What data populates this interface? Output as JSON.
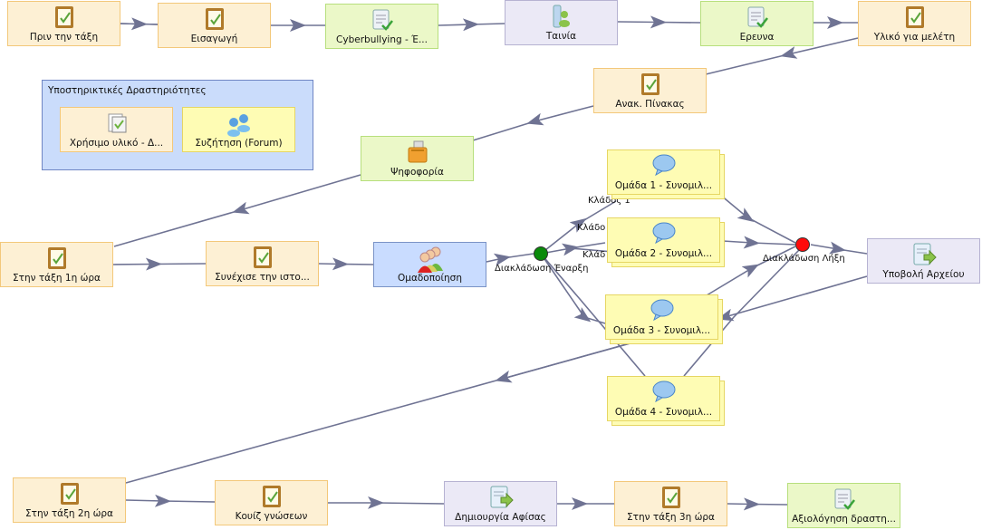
{
  "nodes": {
    "before_class": "Πριν την τάξη",
    "intro": "Εισαγωγή",
    "cyberbullying": "Cyberbullying - Έ...",
    "movie": "Ταινία",
    "research": "Ερευνα",
    "study_material": "Υλικό για μελέτη",
    "board": "Ανακ. Πίνακας",
    "vote": "Ψηφοφορία",
    "class_1h": "Στην τάξη 1η ώρα",
    "continue_story": "Συνέχισε την ιστο...",
    "grouping": "Ομαδοποίηση",
    "group1": "Ομάδα 1 - Συνομιλ...",
    "group2": "Ομάδα 2 - Συνομιλ...",
    "group3": "Ομάδα 3 - Συνομιλ...",
    "group4": "Ομάδα 4 - Συνομιλ...",
    "submit_file": "Υποβολή Αρχείου",
    "class_2h": "Στην τάξη 2η ώρα",
    "quiz": "Κουίζ γνώσεων",
    "poster": "Δημιουργία Αφίσας",
    "class_3h": "Στην τάξη 3η ώρα",
    "evaluation": "Αξιολόγηση δραστη..."
  },
  "support": {
    "title": "Υποστηρικτικές Δραστηριότητες",
    "useful_material": "Χρήσιμο υλικό - Δ...",
    "forum": "Συζήτηση (Forum)"
  },
  "gates": {
    "branch_start": "Διακλάδωση Έναρξη",
    "branch_end": "Διακλάδωση Λήξη"
  },
  "edge_labels": {
    "branch1": "Κλάδος 1",
    "branch2": "Κλάδο",
    "branch3": "Κλάδ"
  },
  "colors": {
    "edge": "#6f7393",
    "gate_start": "#0a8a0a",
    "gate_end": "#ff0a0a"
  },
  "icons": [
    "notepad-icon",
    "checklist-icon",
    "media-icon",
    "ballot-box-icon",
    "group-icon",
    "speech-bubble-icon",
    "file-submit-icon",
    "documents-icon",
    "forum-icon"
  ]
}
